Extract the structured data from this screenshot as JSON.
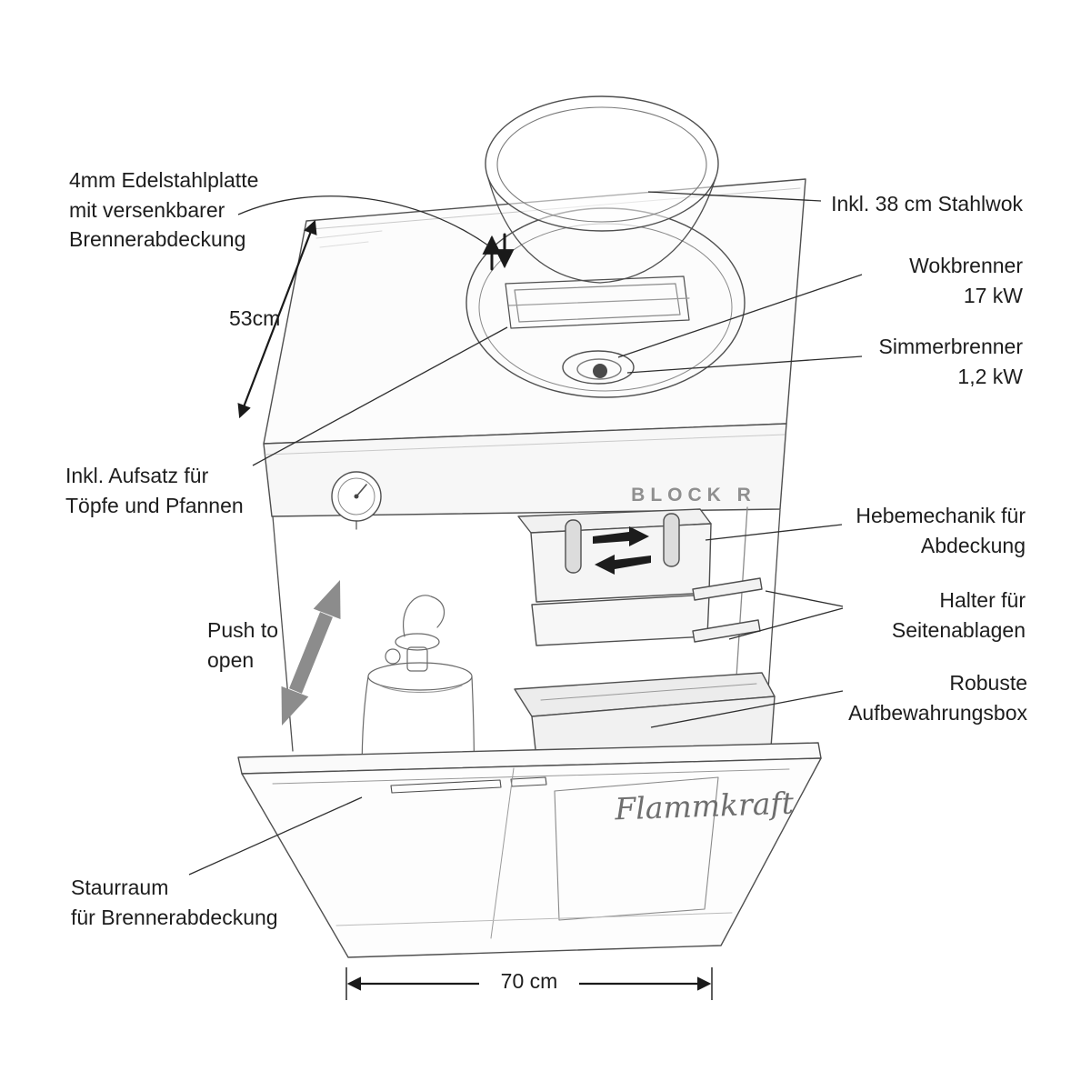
{
  "figure": {
    "background": "#ffffff",
    "line_color": "#4f4f4f",
    "leader_color": "#2e2e2e",
    "push_arrow_color": "#8c8c8c"
  },
  "branding": {
    "model_logo": "BLOCK R",
    "brand_script": "Flammkraft"
  },
  "dimensions": {
    "depth_label": "53cm",
    "width_label": "70 cm"
  },
  "callouts": {
    "plate": "4mm Edelstahlplatte\nmit versenkbarer\nBrennerabdeckung",
    "wok": "Inkl. 38 cm Stahlwok",
    "wok_burner": "Wokbrenner\n17 kW",
    "simmer_burner": "Simmerbrenner\n1,2 kW",
    "trivet": "Inkl. Aufsatz für\nTöpfe und Pfannen",
    "lift": "Hebemechanik für\nAbdeckung",
    "holders": "Halter für\nSeitenablagen",
    "box": "Robuste\nAufbewahrungsbox",
    "push": "Push to\nopen",
    "storage": "Staurraum\nfür Brennerabdeckung"
  }
}
